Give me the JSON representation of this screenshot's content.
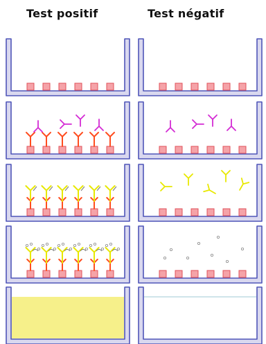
{
  "titles": {
    "left": "Test positif",
    "right": "Test négatif"
  },
  "colors": {
    "well_fill": "#d9d8ef",
    "well_stroke": "#4f55b8",
    "antigen_fill": "#f5a3a8",
    "antigen_stroke": "#e0505a",
    "bound_antibody": "#ff4d1f",
    "primary_antibody": "#d42bd4",
    "secondary_antibody": "#e8e800",
    "substrate": "#888888",
    "product_yellow": "#f6f08a"
  },
  "steps": [
    {
      "name": "step-antigen-coating",
      "left": "antigens",
      "right": "antigens"
    },
    {
      "name": "step-primary-antibody",
      "left": "antigens+bound-primary+free-primary",
      "right": "antigens+free-primary"
    },
    {
      "name": "step-secondary-antibody",
      "left": "antigens+bound-primary+bound-secondary",
      "right": "antigens+free-secondary"
    },
    {
      "name": "step-substrate",
      "left": "full-complex+substrate",
      "right": "antigens+substrate"
    },
    {
      "name": "step-color-readout",
      "left": "yellow",
      "right": "clear"
    }
  ]
}
